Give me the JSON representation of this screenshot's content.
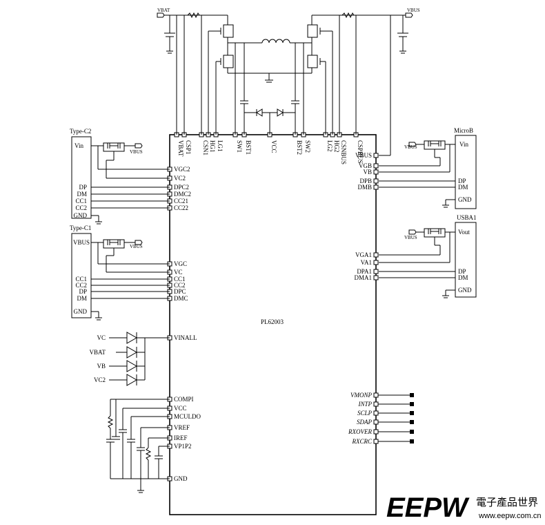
{
  "chip": {
    "name": "PL62003",
    "top_pins": [
      "VBAT",
      "CSP1",
      "CSN1",
      "HG1",
      "LG1",
      "SW1",
      "BST1",
      "VCC",
      "BST2",
      "SW2",
      "LG2",
      "HG2",
      "CSNBUS",
      "CSPBUS"
    ],
    "left_pins": [
      "VGC2",
      "VC2",
      "DPC2",
      "DMC2",
      "CC21",
      "CC22",
      "VGC",
      "VC",
      "CC1",
      "CC2",
      "DPC",
      "DMC",
      "VINALL",
      "COMPI",
      "VCC",
      "MCULDO",
      "VREF",
      "IREF",
      "VP1P2",
      "GND"
    ],
    "right_pins": [
      "VBUS",
      "VGB",
      "VB",
      "DPB",
      "DMB",
      "VGA1",
      "VA1",
      "DPA1",
      "DMA1"
    ],
    "right_signals": [
      "VMONP",
      "INTP",
      "SCLP",
      "SDAP",
      "RXOVER",
      "RXCRC"
    ]
  },
  "top_rails": {
    "vbat": "VBAT",
    "vbus": "VBUS"
  },
  "type_c2": {
    "title": "Type-C2",
    "pins": [
      "Vin",
      "DP",
      "DM",
      "CC1",
      "CC2",
      "GND"
    ],
    "switch_label": "VBUS"
  },
  "type_c1": {
    "title": "Type-C1",
    "pins": [
      "VBUS",
      "CC1",
      "CC2",
      "DP",
      "DM",
      "GND"
    ],
    "switch_label": "VBUS"
  },
  "microb": {
    "title": "MicroB",
    "pins": [
      "Vin",
      "DP",
      "DM",
      "GND"
    ],
    "switch_label": "VBUS"
  },
  "usba1": {
    "title": "USBA1",
    "pins": [
      "Vout",
      "DP",
      "DM",
      "GND"
    ],
    "switch_label": "VBUS"
  },
  "diode_inputs": [
    "VC",
    "VBAT",
    "VB",
    "VC2"
  ],
  "watermark": {
    "logo": "EEPW",
    "cn": "電子產品世界",
    "url": "www.eepw.com.cn"
  },
  "colors": {
    "line": "#000000",
    "watermark": "#e8a9a9"
  }
}
